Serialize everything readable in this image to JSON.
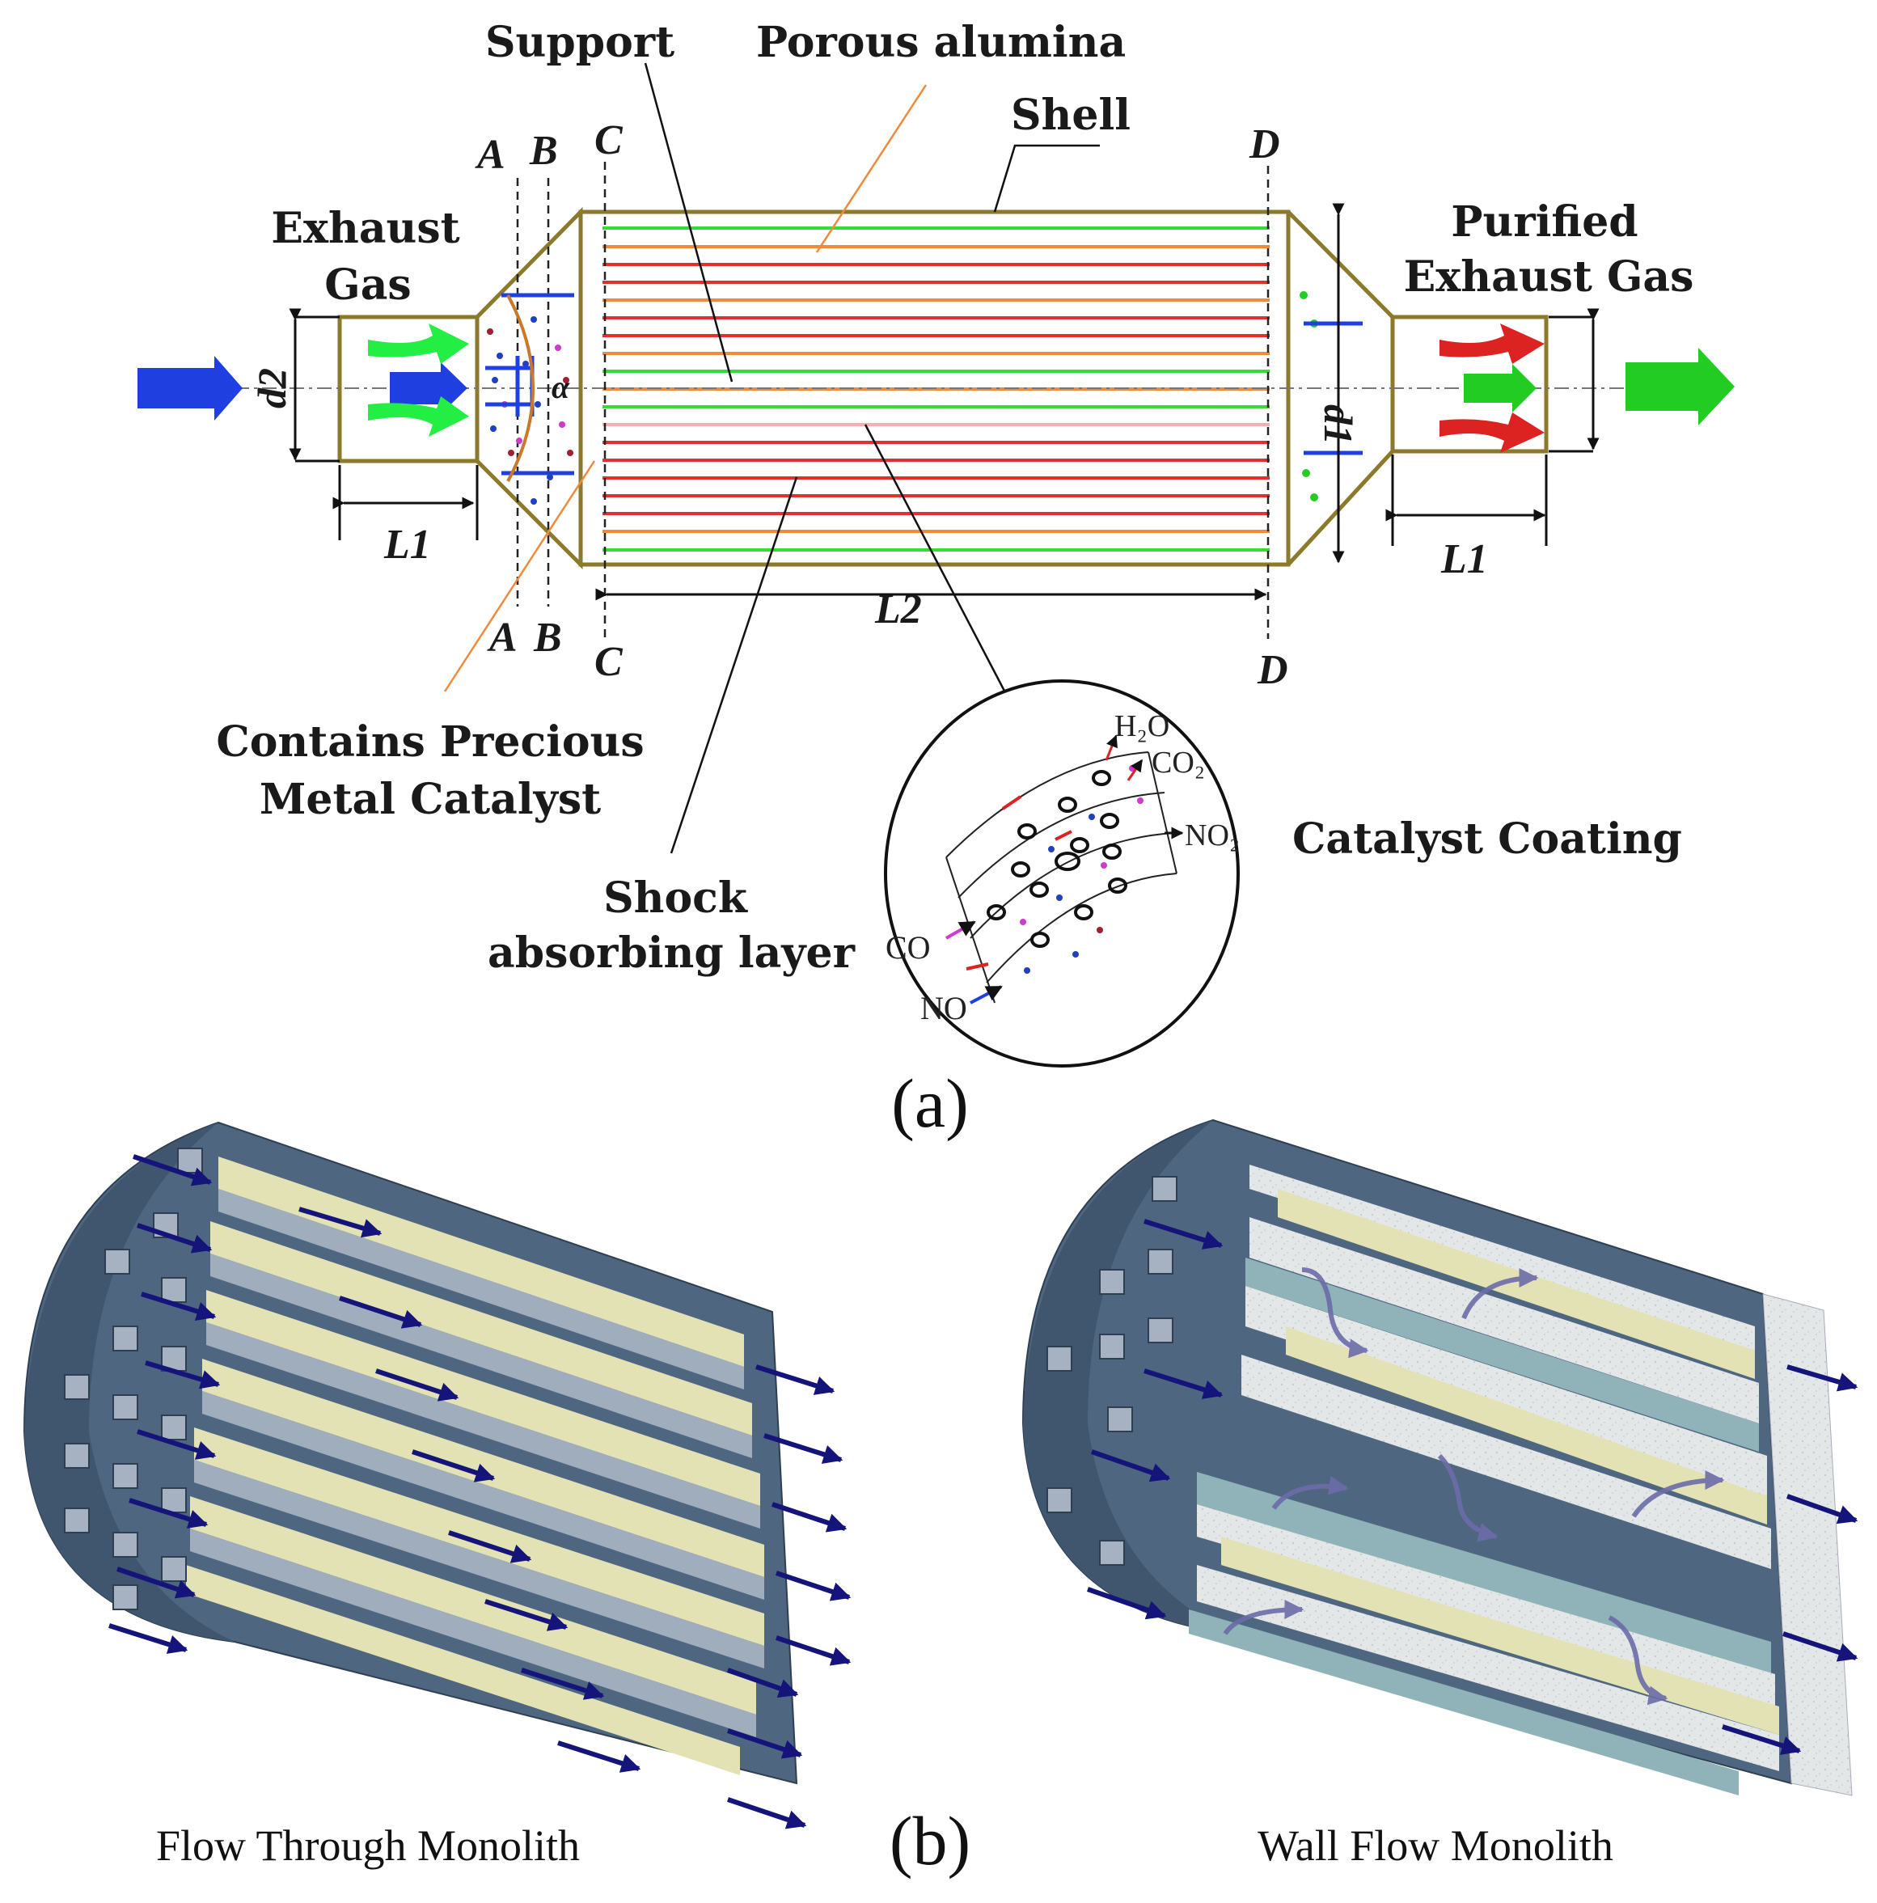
{
  "panel_a": {
    "caption": "(a)",
    "labels": {
      "support": "Support",
      "porous_alumina": "Porous alumina",
      "shell": "Shell",
      "exhaust_gas_line1": "Exhaust",
      "exhaust_gas_line2": "Gas",
      "purified_line1": "Purified",
      "purified_line2": "Exhaust Gas",
      "precious_line1": "Contains Precious",
      "precious_line2": "Metal Catalyst",
      "shock_line1": "Shock",
      "shock_line2": "absorbing layer",
      "catalyst_coating": "Catalyst Coating"
    },
    "sections": {
      "a": "A",
      "b": "B",
      "c": "C",
      "d": "D"
    },
    "dimensions": {
      "d1": "d1",
      "d2": "d2",
      "l1": "L1",
      "l2": "L2",
      "alpha": "α"
    },
    "species": {
      "h2o": "H₂O",
      "co2": "CO₂",
      "no2": "NO₂",
      "co": "CO",
      "no": "NO"
    },
    "colors": {
      "shell": "#8b7a2b",
      "inflow": "#1f3fe0",
      "outflow": "#22cc22",
      "channel_green": "#33dd33",
      "channel_red": "#e03030",
      "channel_orange": "#f08a3c"
    }
  },
  "panel_b": {
    "caption": "(b)",
    "left_title": "Flow Through Monolith",
    "right_title": "Wall Flow Monolith",
    "colors": {
      "body": "#4f6680",
      "channel": "#a6b2c2",
      "coating": "#e8e6b8",
      "wall_teal": "#8fb3b8",
      "porous": "#e3e6e6",
      "arrow": "#14147a"
    }
  }
}
